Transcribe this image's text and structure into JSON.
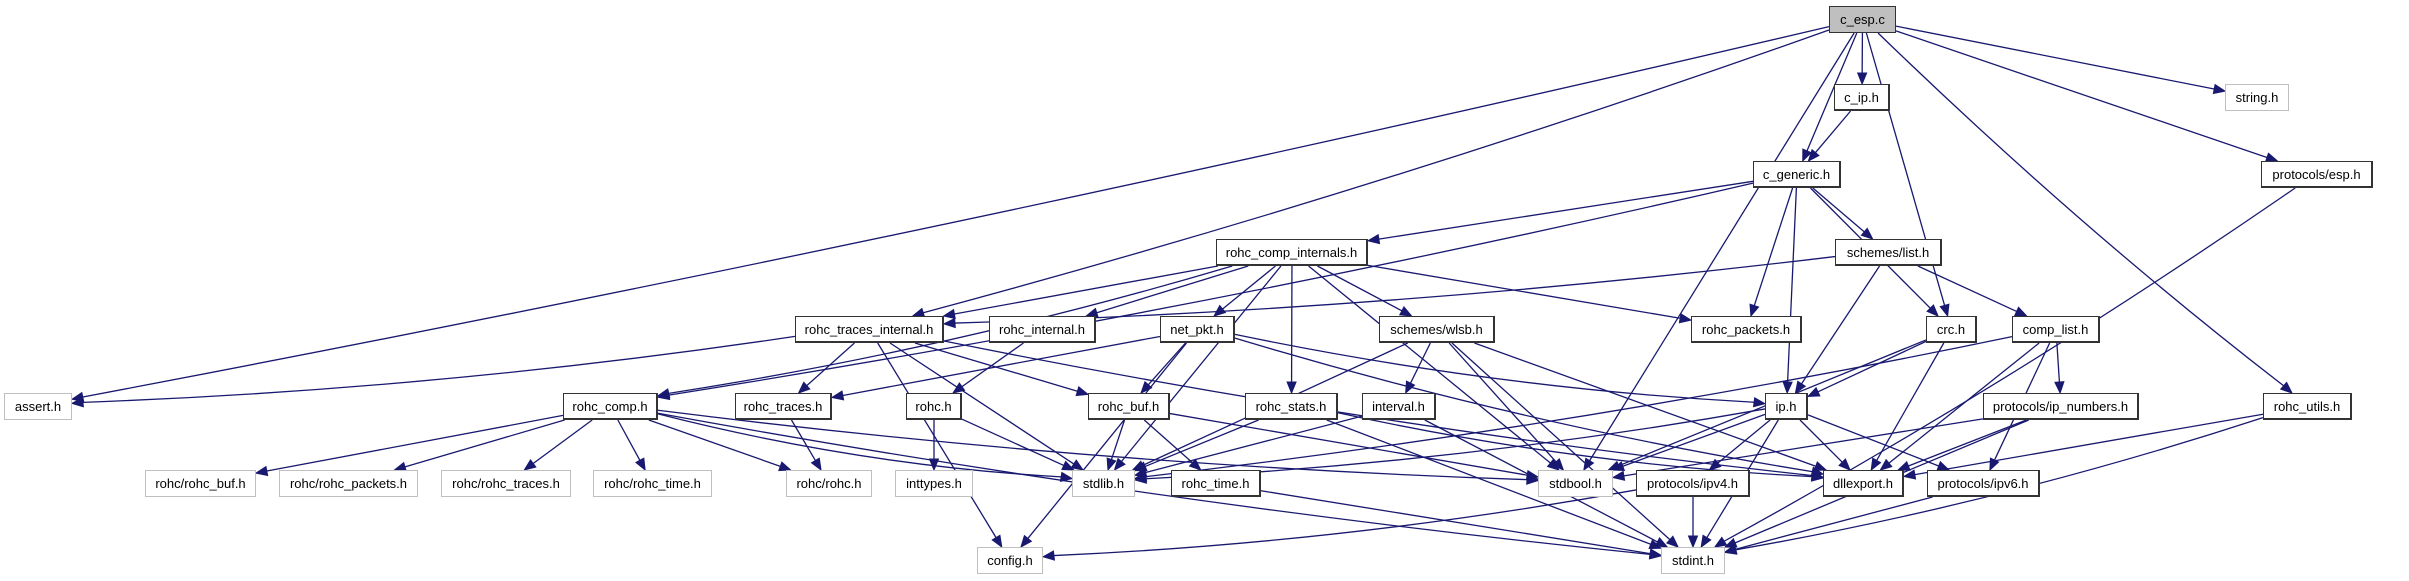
{
  "graph": {
    "title": "Include dependency graph for c_esp.c",
    "colors": {
      "edge": "#191970",
      "root_fill": "#bfbfbf",
      "node_border": "#333333",
      "external_border": "#bfbfbf"
    },
    "nodes": [
      {
        "id": "c_esp",
        "label": "c_esp.c",
        "kind": "root"
      },
      {
        "id": "c_ip",
        "label": "c_ip.h",
        "kind": "documented"
      },
      {
        "id": "string",
        "label": "string.h",
        "kind": "external"
      },
      {
        "id": "prot_esp",
        "label": "protocols/esp.h",
        "kind": "documented"
      },
      {
        "id": "c_generic",
        "label": "c_generic.h",
        "kind": "documented"
      },
      {
        "id": "rohc_comp_internals",
        "label": "rohc_comp_internals.h",
        "kind": "documented"
      },
      {
        "id": "schemes_list",
        "label": "schemes/list.h",
        "kind": "documented"
      },
      {
        "id": "rohc_traces_internal",
        "label": "rohc_traces_internal.h",
        "kind": "documented"
      },
      {
        "id": "rohc_internal",
        "label": "rohc_internal.h",
        "kind": "documented"
      },
      {
        "id": "net_pkt",
        "label": "net_pkt.h",
        "kind": "documented"
      },
      {
        "id": "schemes_wlsb",
        "label": "schemes/wlsb.h",
        "kind": "documented"
      },
      {
        "id": "rohc_packets",
        "label": "rohc_packets.h",
        "kind": "documented"
      },
      {
        "id": "crc",
        "label": "crc.h",
        "kind": "documented"
      },
      {
        "id": "comp_list",
        "label": "comp_list.h",
        "kind": "documented"
      },
      {
        "id": "assert",
        "label": "assert.h",
        "kind": "external"
      },
      {
        "id": "rohc_comp",
        "label": "rohc_comp.h",
        "kind": "documented"
      },
      {
        "id": "rohc_traces",
        "label": "rohc_traces.h",
        "kind": "documented"
      },
      {
        "id": "rohc",
        "label": "rohc.h",
        "kind": "documented"
      },
      {
        "id": "rohc_buf",
        "label": "rohc_buf.h",
        "kind": "documented"
      },
      {
        "id": "rohc_stats",
        "label": "rohc_stats.h",
        "kind": "documented"
      },
      {
        "id": "interval",
        "label": "interval.h",
        "kind": "documented"
      },
      {
        "id": "ip",
        "label": "ip.h",
        "kind": "documented"
      },
      {
        "id": "prot_ip_numbers",
        "label": "protocols/ip_numbers.h",
        "kind": "documented"
      },
      {
        "id": "rohc_utils",
        "label": "rohc_utils.h",
        "kind": "documented"
      },
      {
        "id": "rr_buf",
        "label": "rohc/rohc_buf.h",
        "kind": "external"
      },
      {
        "id": "rr_packets",
        "label": "rohc/rohc_packets.h",
        "kind": "external"
      },
      {
        "id": "rr_traces",
        "label": "rohc/rohc_traces.h",
        "kind": "external"
      },
      {
        "id": "rr_time",
        "label": "rohc/rohc_time.h",
        "kind": "external"
      },
      {
        "id": "rr_rohc",
        "label": "rohc/rohc.h",
        "kind": "external"
      },
      {
        "id": "inttypes",
        "label": "inttypes.h",
        "kind": "external"
      },
      {
        "id": "stdlib",
        "label": "stdlib.h",
        "kind": "external"
      },
      {
        "id": "rohc_time",
        "label": "rohc_time.h",
        "kind": "documented"
      },
      {
        "id": "stdbool",
        "label": "stdbool.h",
        "kind": "external"
      },
      {
        "id": "prot_ipv4",
        "label": "protocols/ipv4.h",
        "kind": "documented"
      },
      {
        "id": "dllexport",
        "label": "dllexport.h",
        "kind": "documented"
      },
      {
        "id": "prot_ipv6",
        "label": "protocols/ipv6.h",
        "kind": "documented"
      },
      {
        "id": "config",
        "label": "config.h",
        "kind": "external"
      },
      {
        "id": "stdint",
        "label": "stdint.h",
        "kind": "external"
      }
    ],
    "edges": [
      [
        "c_esp",
        "c_ip"
      ],
      [
        "c_esp",
        "string"
      ],
      [
        "c_esp",
        "prot_esp"
      ],
      [
        "c_esp",
        "c_generic"
      ],
      [
        "c_esp",
        "rohc_traces_internal"
      ],
      [
        "c_esp",
        "assert"
      ],
      [
        "c_esp",
        "stdbool"
      ],
      [
        "c_esp",
        "crc"
      ],
      [
        "c_esp",
        "rohc_utils"
      ],
      [
        "c_ip",
        "c_generic"
      ],
      [
        "c_generic",
        "rohc_comp_internals"
      ],
      [
        "c_generic",
        "schemes_list"
      ],
      [
        "c_generic",
        "rohc_packets"
      ],
      [
        "c_generic",
        "ip"
      ],
      [
        "c_generic",
        "crc"
      ],
      [
        "c_generic",
        "rohc_comp"
      ],
      [
        "rohc_comp_internals",
        "rohc_traces_internal"
      ],
      [
        "rohc_comp_internals",
        "rohc_internal"
      ],
      [
        "rohc_comp_internals",
        "net_pkt"
      ],
      [
        "rohc_comp_internals",
        "schemes_wlsb"
      ],
      [
        "rohc_comp_internals",
        "rohc_packets"
      ],
      [
        "rohc_comp_internals",
        "rohc_stats"
      ],
      [
        "rohc_comp_internals",
        "stdbool"
      ],
      [
        "rohc_comp_internals",
        "stdlib"
      ],
      [
        "rohc_comp_internals",
        "rohc_comp"
      ],
      [
        "schemes_list",
        "rohc_traces_internal"
      ],
      [
        "schemes_list",
        "comp_list"
      ],
      [
        "schemes_list",
        "ip"
      ],
      [
        "rohc_traces_internal",
        "rohc_traces"
      ],
      [
        "rohc_traces_internal",
        "rohc_buf"
      ],
      [
        "rohc_traces_internal",
        "assert"
      ],
      [
        "rohc_traces_internal",
        "config"
      ],
      [
        "rohc_traces_internal",
        "stdlib"
      ],
      [
        "rohc_traces_internal",
        "dllexport"
      ],
      [
        "rohc_internal",
        "rohc"
      ],
      [
        "net_pkt",
        "rohc_traces"
      ],
      [
        "net_pkt",
        "rohc_buf"
      ],
      [
        "net_pkt",
        "ip"
      ],
      [
        "net_pkt",
        "dllexport"
      ],
      [
        "net_pkt",
        "config"
      ],
      [
        "schemes_wlsb",
        "interval"
      ],
      [
        "schemes_wlsb",
        "stdbool"
      ],
      [
        "schemes_wlsb",
        "stdint"
      ],
      [
        "schemes_wlsb",
        "dllexport"
      ],
      [
        "schemes_wlsb",
        "stdlib"
      ],
      [
        "crc",
        "ip"
      ],
      [
        "crc",
        "dllexport"
      ],
      [
        "crc",
        "stdbool"
      ],
      [
        "comp_list",
        "prot_ip_numbers"
      ],
      [
        "comp_list",
        "prot_ipv6"
      ],
      [
        "comp_list",
        "dllexport"
      ],
      [
        "comp_list",
        "stdlib"
      ],
      [
        "rohc_comp",
        "rr_buf"
      ],
      [
        "rohc_comp",
        "rr_packets"
      ],
      [
        "rohc_comp",
        "rr_traces"
      ],
      [
        "rohc_comp",
        "rr_time"
      ],
      [
        "rohc_comp",
        "rr_rohc"
      ],
      [
        "rohc_comp",
        "stdlib"
      ],
      [
        "rohc_comp",
        "stdbool"
      ],
      [
        "rohc_comp",
        "stdint"
      ],
      [
        "rohc_traces",
        "rr_rohc"
      ],
      [
        "rohc",
        "inttypes"
      ],
      [
        "rohc",
        "stdlib"
      ],
      [
        "rohc_buf",
        "stdlib"
      ],
      [
        "rohc_buf",
        "rohc_time"
      ],
      [
        "rohc_buf",
        "stdbool"
      ],
      [
        "rohc_stats",
        "stdlib"
      ],
      [
        "rohc_stats",
        "stdint"
      ],
      [
        "rohc_stats",
        "dllexport"
      ],
      [
        "interval",
        "stdlib"
      ],
      [
        "interval",
        "stdint"
      ],
      [
        "ip",
        "stdbool"
      ],
      [
        "ip",
        "prot_ipv4"
      ],
      [
        "ip",
        "dllexport"
      ],
      [
        "ip",
        "prot_ipv6"
      ],
      [
        "ip",
        "stdint"
      ],
      [
        "ip",
        "stdlib"
      ],
      [
        "prot_ip_numbers",
        "dllexport"
      ],
      [
        "prot_ip_numbers",
        "stdint"
      ],
      [
        "prot_ip_numbers",
        "stdbool"
      ],
      [
        "rohc_utils",
        "dllexport"
      ],
      [
        "rohc_utils",
        "stdint"
      ],
      [
        "prot_esp",
        "stdint"
      ],
      [
        "rohc_time",
        "stdint"
      ],
      [
        "prot_ipv4",
        "stdint"
      ],
      [
        "prot_ipv4",
        "config"
      ],
      [
        "prot_ipv6",
        "stdint"
      ]
    ]
  }
}
